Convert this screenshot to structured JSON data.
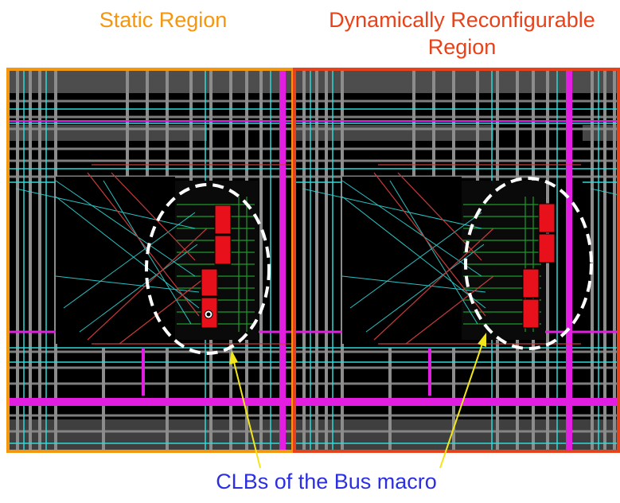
{
  "titles": {
    "static_region": "Static Region",
    "dynamic_region_line1": "Dynamically Reconfigurable",
    "dynamic_region_line2": "Region"
  },
  "caption": "CLBs of the Bus macro",
  "colors": {
    "static_label": "#f5960f",
    "dynamic_label": "#e8421a",
    "caption": "#2b2fe0",
    "static_border": "#f5960f",
    "dynamic_border": "#e8421a",
    "fabric_bg": "#000000",
    "routing_gray": "#8c8c8c",
    "routing_cyan": "#2fd8d8",
    "routing_magenta": "#e21fe0",
    "routing_red": "#c83a3a",
    "routing_green": "#1e9a2a",
    "clb_red": "#e8101a",
    "arrow_yellow": "#f2e61a",
    "ellipse": "#ffffff"
  }
}
